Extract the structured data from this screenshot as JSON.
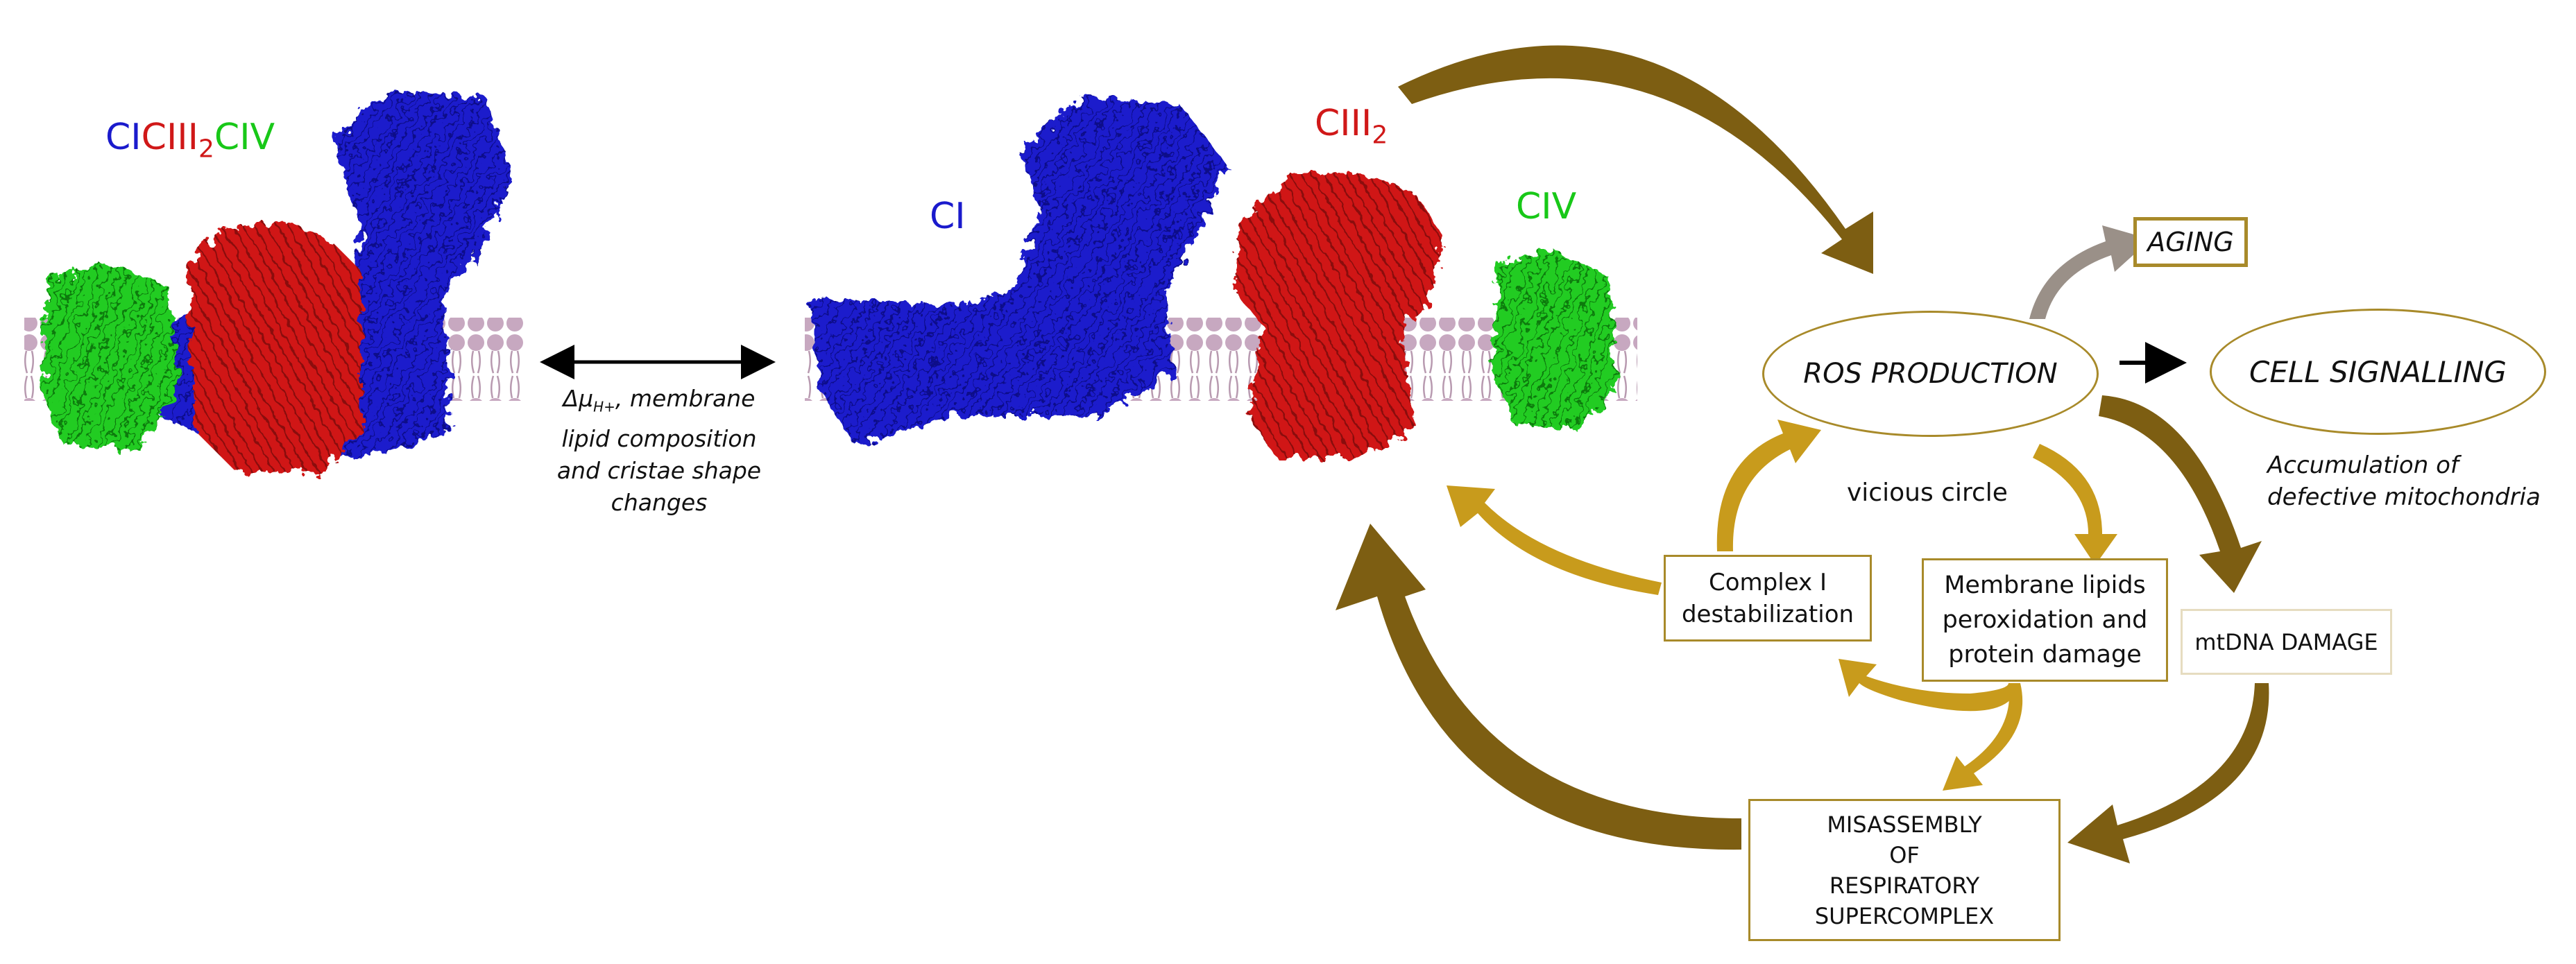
{
  "left_complex": {
    "c1": "CI",
    "c3": "CIII",
    "c3_sub": "2",
    "c4": "CIV"
  },
  "middle_complexes": {
    "ci": "CI",
    "ciii": "CIII",
    "ciii_sub": "2",
    "civ": "CIV"
  },
  "transition": {
    "delta": "Δμ",
    "delta_sub": "H+",
    "line1_rest": ", membrane",
    "line2": "lipid composition",
    "line3": "and cristae shape",
    "line4": "changes"
  },
  "nodes": {
    "aging": "AGING",
    "ros": "ROS PRODUCTION",
    "cell_signalling": "CELL SIGNALLING",
    "accumulation_1": "Accumulation of",
    "accumulation_2": "defective mitochondria",
    "vicious_circle": "vicious circle",
    "complex1_line1": "Complex I",
    "complex1_line2": "destabilization",
    "membrane_line1": "Membrane lipids",
    "membrane_line2": "peroxidation and",
    "membrane_line3": "protein damage",
    "mtdna": "mtDNA DAMAGE",
    "misassembly_line1": "MISASSEMBLY",
    "misassembly_line2": "OF",
    "misassembly_line3": "RESPIRATORY",
    "misassembly_line4": "SUPERCOMPLEX"
  },
  "colors": {
    "ci": "#1a1acc",
    "ciii": "#d01818",
    "civ": "#18c818",
    "membrane": "#c7a8c0",
    "arrow_dark": "#7d5e12",
    "arrow_light": "#c89b1c",
    "arrow_gray": "#9a9088",
    "box_border": "#a88a2a"
  },
  "icons": [
    "double-headed-arrow",
    "curved-arrow",
    "lipid-bilayer"
  ]
}
